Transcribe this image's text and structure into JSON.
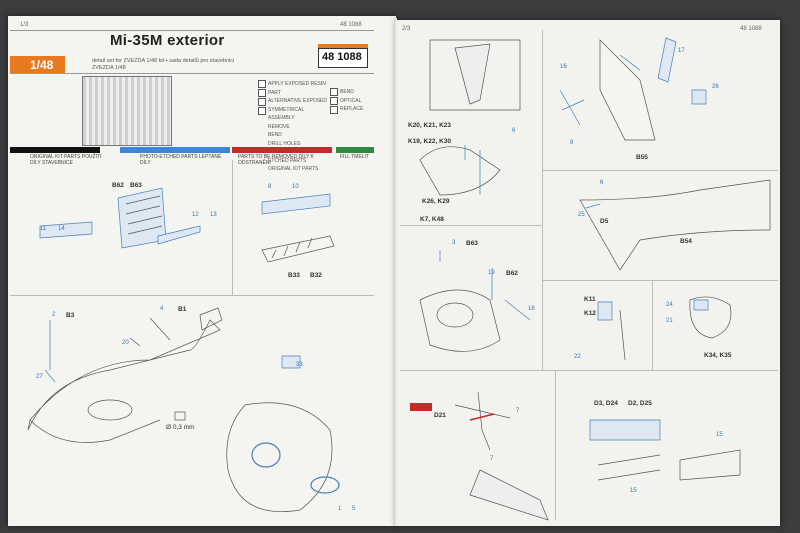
{
  "left_page": {
    "page_label": "1/3",
    "product_code_top": "48 1088",
    "title": "Mi-35M exterior",
    "scale": "1/48",
    "subtitle_line1": "detail set for  ZVEZDA  1/48 kit • sada detailů pro stavebnici  ZVEZDA  1/48",
    "product_number": "48 1088",
    "legend_col1": [
      "APPLY EXPOSED RESIN PART",
      "ALTERNATIVE EXPOSED",
      "SYMMETRICAL ASSEMBLY",
      "REMOVE",
      "BEND",
      "DRILL HOLES",
      "FOLDED ETCHED PARTS",
      "ETCHED PARTS",
      "ORIGINAL KIT PARTS"
    ],
    "legend_col2": [
      "BEND",
      "OPTICAL",
      "REPLACE"
    ],
    "color_keys": [
      {
        "label": "ORIGINAL KIT PARTS POUŽITÍ DÍLY STAVEBNICE",
        "color": "#111111"
      },
      {
        "label": "PHOTO-ETCHED PARTS LEPTANÉ DÍLY",
        "color": "#3d86d6"
      },
      {
        "label": "PARTS TO BE REMOVED DÍLY K ODSTRANĚNÍ",
        "color": "#c82828"
      },
      {
        "label": "FILL TMELIT",
        "color": "#2e8a3e"
      }
    ],
    "step1": {
      "labels": [
        "B62",
        "B63",
        "11",
        "14",
        "12",
        "13"
      ]
    },
    "step2": {
      "labels": [
        "8",
        "10",
        "B33",
        "B32"
      ]
    },
    "step3": {
      "labels": [
        "4",
        "B1",
        "2",
        "B3",
        "20",
        "27",
        "33",
        "Ø 0,3 mm",
        "1",
        "5"
      ]
    }
  },
  "right_page": {
    "page_label": "2/3",
    "product_code_top": "48 1088",
    "stepA": {
      "labels": [
        "K20, K21, K23",
        "K19, K22, K30",
        "K26, K29",
        "K7, K48",
        "6"
      ]
    },
    "stepB": {
      "labels": [
        "16",
        "17",
        "26",
        "9",
        "B55"
      ]
    },
    "stepC": {
      "labels": [
        "6",
        "25",
        "D5",
        "B54"
      ]
    },
    "stepD": {
      "labels": [
        "3",
        "B63",
        "19",
        "B62",
        "18"
      ]
    },
    "stepE": {
      "labels": [
        "K11",
        "K12",
        "22",
        "24",
        "21",
        "K34, K35"
      ]
    },
    "stepF": {
      "labels": [
        "D21",
        "7",
        "7"
      ]
    },
    "stepG": {
      "labels": [
        "D3, D24",
        "D2, D25",
        "15",
        "15"
      ]
    }
  },
  "colors": {
    "accent_orange": "#e8791f",
    "etch_blue": "#3d86d6",
    "kit_red": "#c82828",
    "fill_green": "#2e8a3e"
  }
}
